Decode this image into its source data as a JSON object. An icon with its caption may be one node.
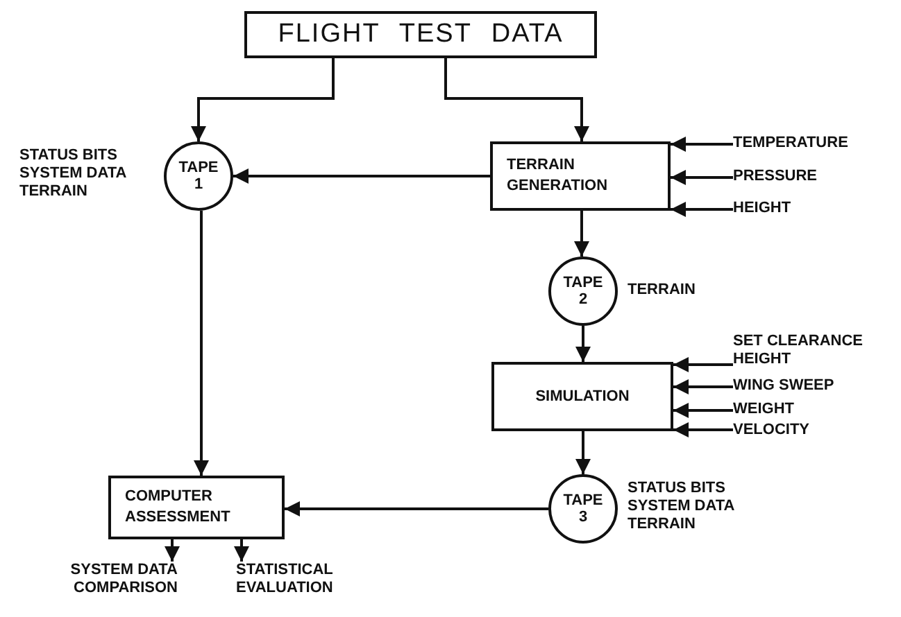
{
  "diagram": {
    "nodes": [
      {
        "text": [
          "FLIGHT TEST DATA"
        ]
      },
      {
        "text": [
          "TAPE 1"
        ],
        "beside": [
          "STATUS BITS SYSTEM DATA TERRAIN"
        ]
      },
      {
        "text": [
          "TERRAIN GENERATION"
        ]
      },
      {
        "text": [
          "TEMPERATURE"
        ]
      },
      {
        "text": [
          "PRESSURE"
        ]
      },
      {
        "text": [
          "HEIGHT"
        ]
      },
      {
        "text": [
          "TAPE 2"
        ],
        "beside": [
          "TERRAIN"
        ]
      },
      {
        "text": [
          "SIMULATION"
        ]
      },
      {
        "text": [
          "SET CLEARANCE HEIGHT"
        ]
      },
      {
        "text": [
          "WING SWEEP"
        ]
      },
      {
        "text": [
          "WEIGHT"
        ]
      },
      {
        "text": [
          "VELOCITY"
        ]
      },
      {
        "text": [
          "TAPE 3"
        ],
        "beside": [
          "STATUS BITS SYSTEM DATA TERRAIN"
        ]
      },
      {
        "text": [
          "COMPUTER ASSESSMENT"
        ]
      },
      {
        "text": [
          "SYSTEM DATA COMPARISON"
        ]
      },
      {
        "text": [
          "STATISTICAL EVALUATION"
        ]
      }
    ],
    "edges": [
      {
        "from": 0,
        "to": 1,
        "arrow": "to"
      },
      {
        "from": 0,
        "to": 2,
        "arrow": "to"
      },
      {
        "from": 2,
        "to": 1,
        "arrow": "to"
      },
      {
        "from": 3,
        "to": 2,
        "arrow": "to"
      },
      {
        "from": 4,
        "to": 2,
        "arrow": "to"
      },
      {
        "from": 5,
        "to": 2,
        "arrow": "to"
      },
      {
        "from": 2,
        "to": 6,
        "arrow": "to"
      },
      {
        "from": 6,
        "to": 7,
        "arrow": "to"
      },
      {
        "from": 8,
        "to": 7,
        "arrow": "to"
      },
      {
        "from": 9,
        "to": 7,
        "arrow": "to"
      },
      {
        "from": 10,
        "to": 7,
        "arrow": "to"
      },
      {
        "from": 11,
        "to": 7,
        "arrow": "to"
      },
      {
        "from": 7,
        "to": 12,
        "arrow": "to"
      },
      {
        "from": 12,
        "to": 13,
        "arrow": "to"
      },
      {
        "from": 1,
        "to": 13,
        "arrow": "to"
      },
      {
        "from": 13,
        "to": 14,
        "arrow": "to"
      },
      {
        "from": 13,
        "to": 15,
        "arrow": "to"
      }
    ]
  }
}
